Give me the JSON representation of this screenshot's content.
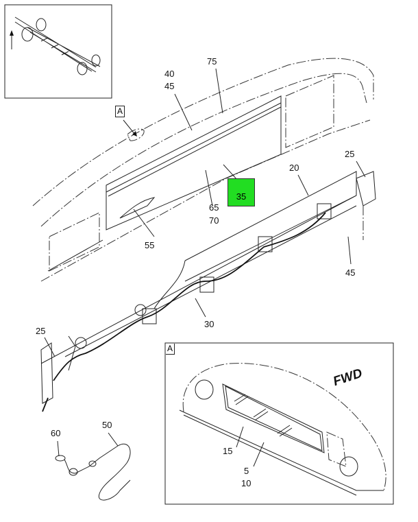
{
  "diagram": {
    "view_marker": "A",
    "highlighted_callout": "35",
    "callouts": {
      "c75": "75",
      "c40": "40",
      "c45_top": "45",
      "c65": "65",
      "c70": "70",
      "c55": "55",
      "c25_right": "25",
      "c20": "20",
      "c45_right": "45",
      "c30": "30",
      "c25_left": "25",
      "c60": "60",
      "c50": "50",
      "c15": "15",
      "c5": "5",
      "c10": "10"
    },
    "detail_view": {
      "label": "A",
      "direction_text": "FWD"
    },
    "highlight_color": "#22dd22"
  }
}
